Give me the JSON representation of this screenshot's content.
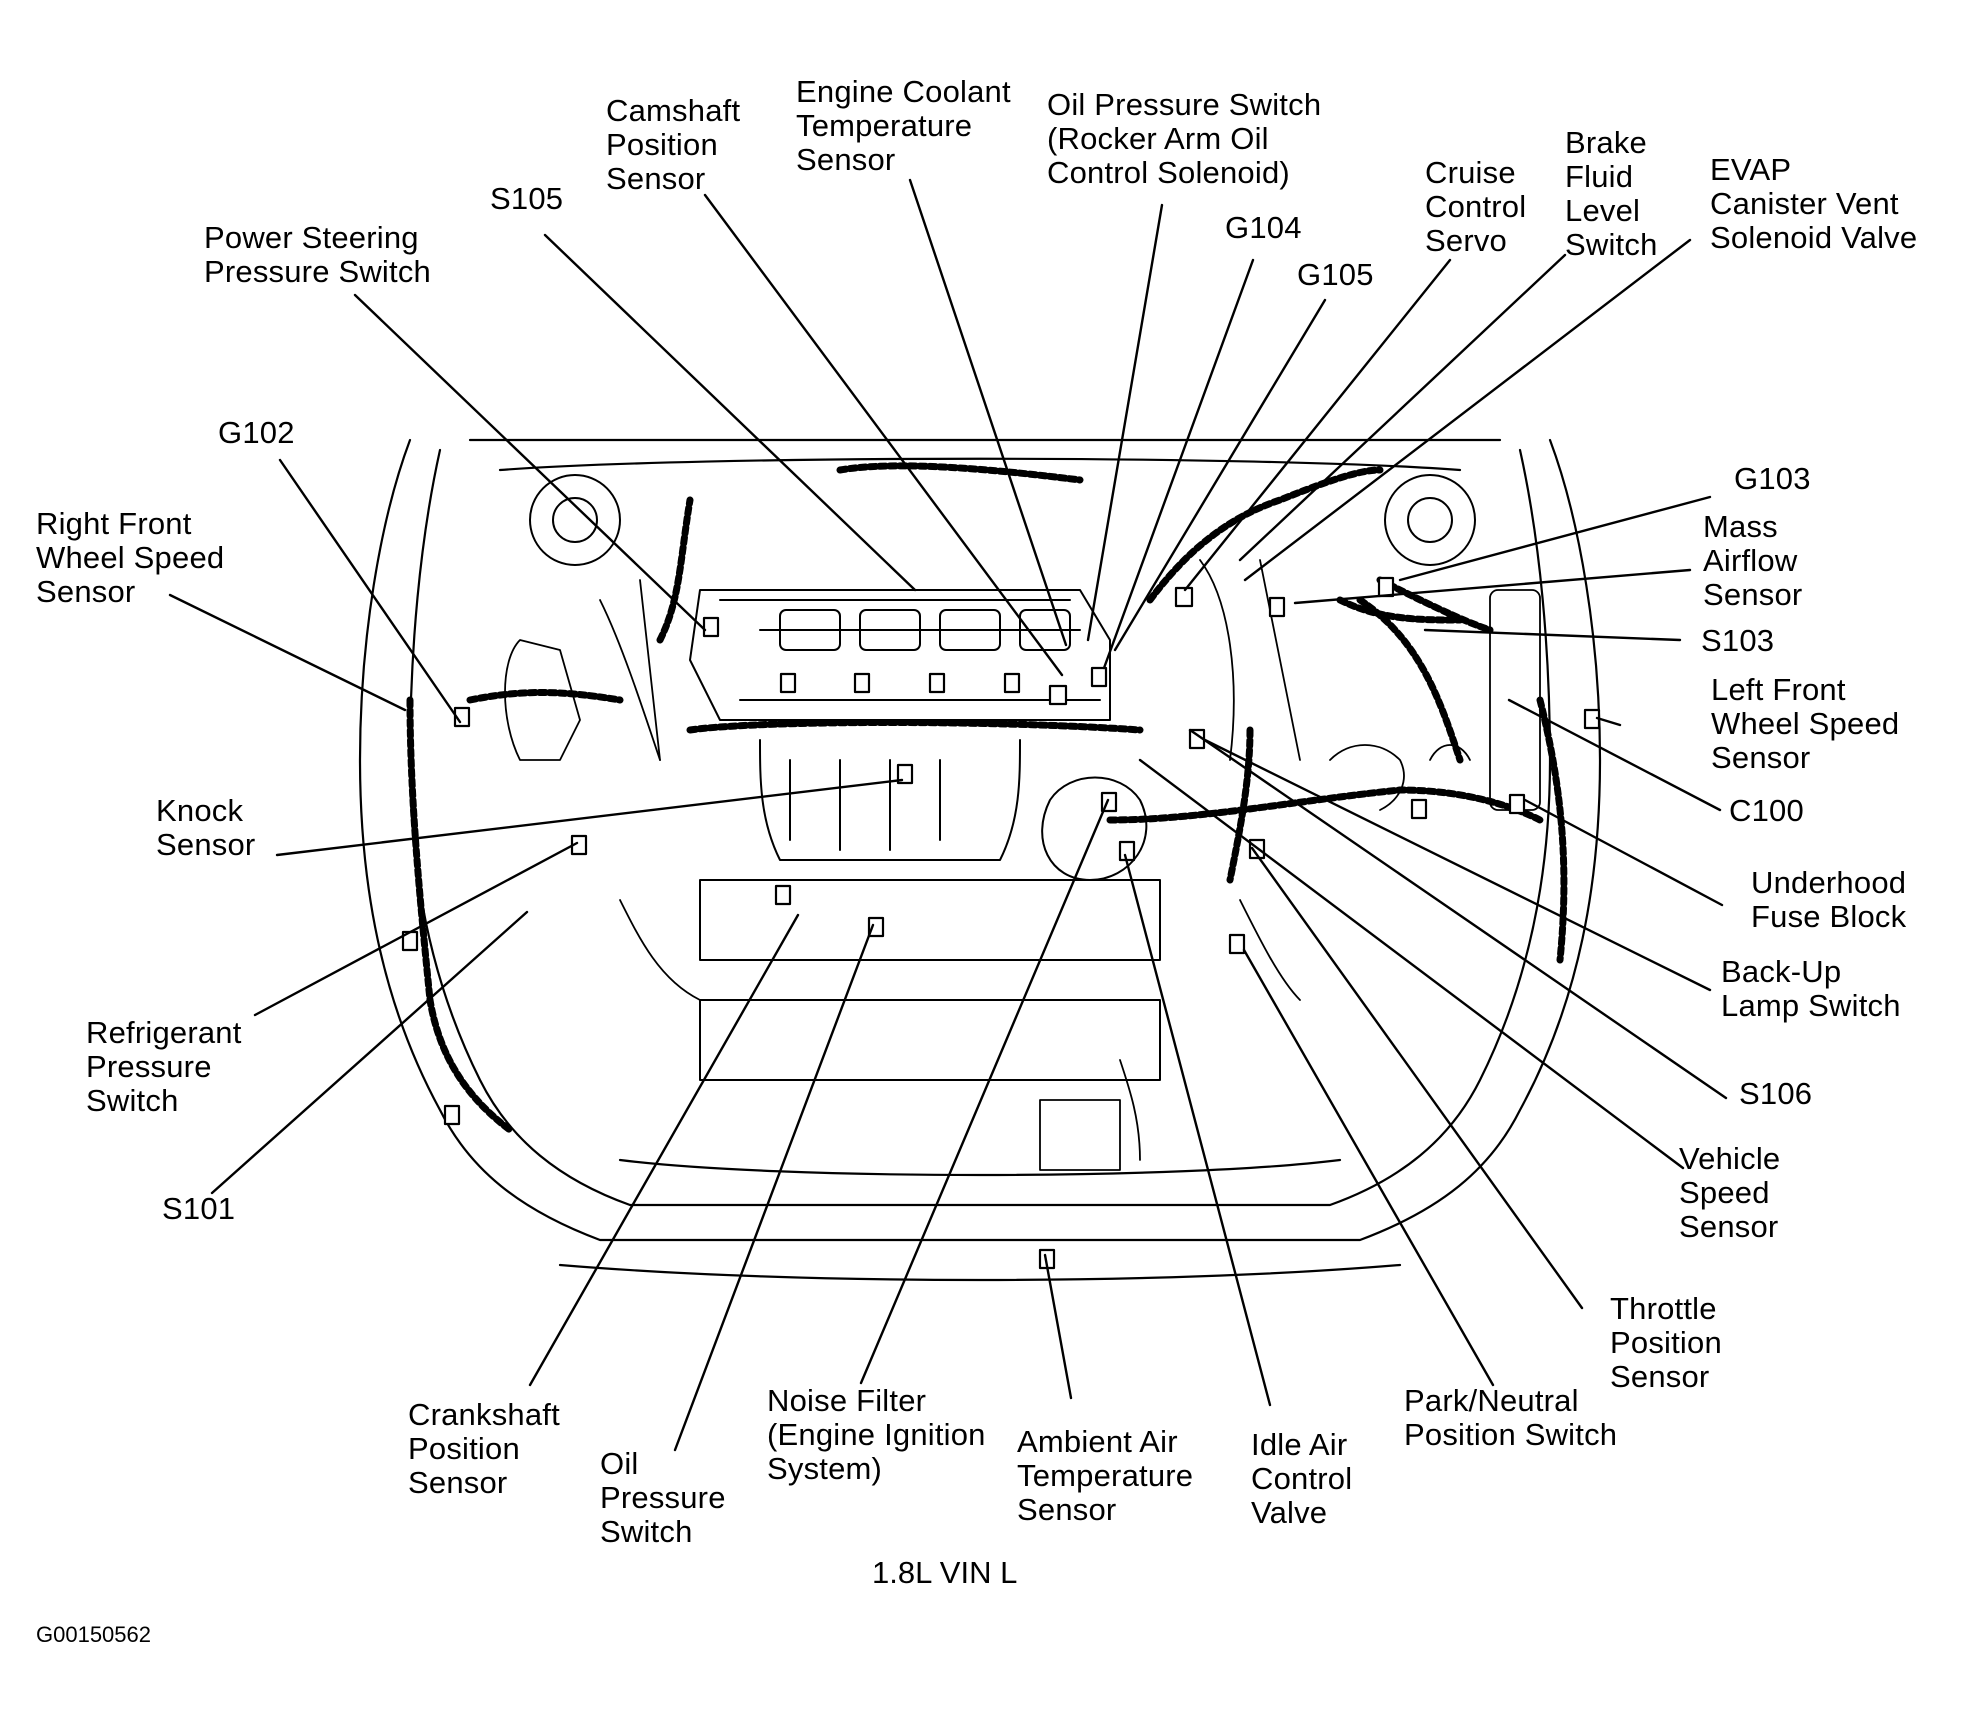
{
  "diagram": {
    "caption": "1.8L VIN L",
    "figure_id": "G00150562",
    "labels": {
      "camshaft_position_sensor": "Camshaft\nPosition\nSensor",
      "engine_coolant_temperature_sensor": "Engine Coolant\nTemperature\nSensor",
      "oil_pressure_switch_rocker": "Oil Pressure Switch\n(Rocker Arm Oil\nControl Solenoid)",
      "cruise_control_servo": "Cruise\nControl\nServo",
      "brake_fluid_level_switch": "Brake\nFluid\nLevel\nSwitch",
      "evap_canister_vent_solenoid_valve": "EVAP\nCanister Vent\nSolenoid Valve",
      "s105": "S105",
      "g104": "G104",
      "g105": "G105",
      "power_steering_pressure_switch": "Power Steering\nPressure Switch",
      "g102": "G102",
      "right_front_wheel_speed_sensor": "Right Front\nWheel Speed\nSensor",
      "g103": "G103",
      "mass_airflow_sensor": "Mass\nAirflow\nSensor",
      "s103": "S103",
      "left_front_wheel_speed_sensor": "Left Front\nWheel Speed\nSensor",
      "c100": "C100",
      "knock_sensor": "Knock\nSensor",
      "underhood_fuse_block": "Underhood\nFuse Block",
      "back_up_lamp_switch": "Back-Up\nLamp Switch",
      "refrigerant_pressure_switch": "Refrigerant\nPressure\nSwitch",
      "s106": "S106",
      "vehicle_speed_sensor": "Vehicle\nSpeed\nSensor",
      "s101": "S101",
      "throttle_position_sensor": "Throttle\nPosition\nSensor",
      "crankshaft_position_sensor": "Crankshaft\nPosition\nSensor",
      "noise_filter": "Noise Filter\n(Engine Ignition\nSystem)",
      "park_neutral_position_switch": "Park/Neutral\nPosition Switch",
      "ambient_air_temperature_sensor": "Ambient Air\nTemperature\nSensor",
      "idle_air_control_valve": "Idle Air\nControl\nValve",
      "oil_pressure_switch": "Oil\nPressure\nSwitch"
    }
  }
}
